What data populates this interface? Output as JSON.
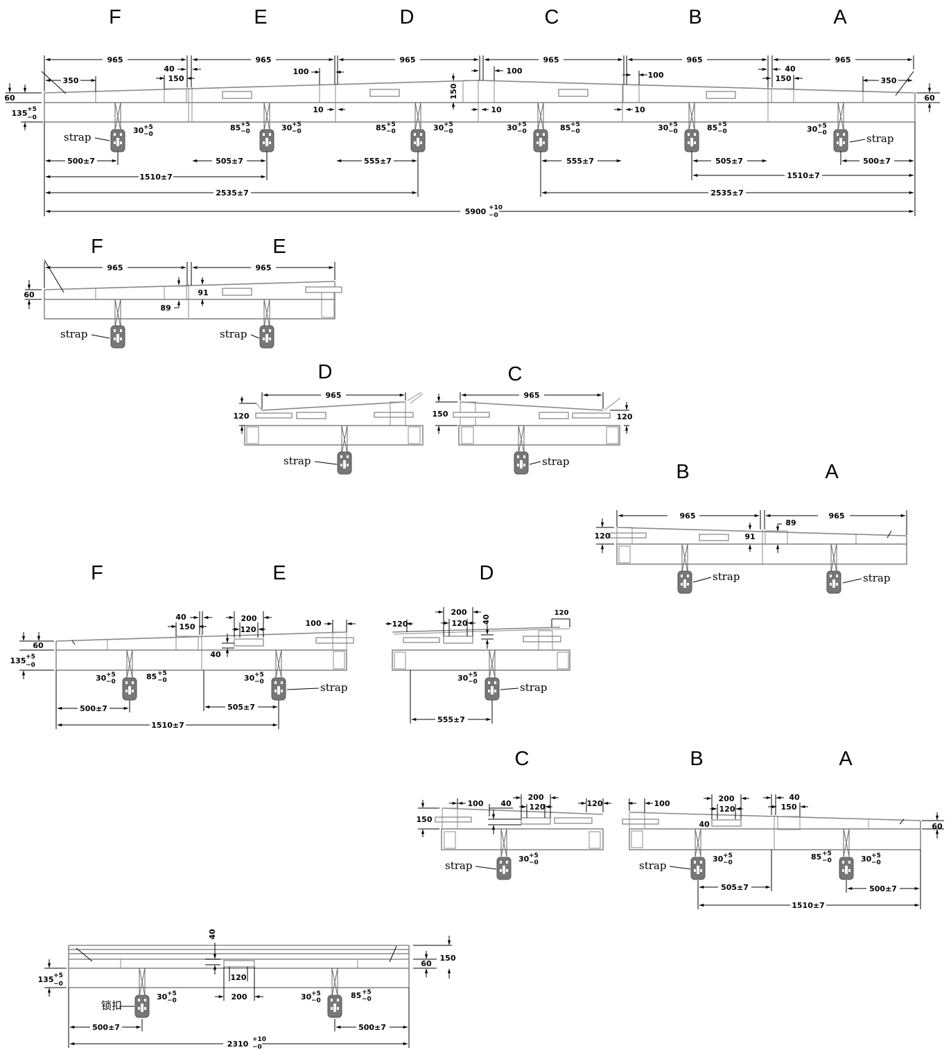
{
  "sections": {
    "F": "F",
    "E": "E",
    "D": "D",
    "C": "C",
    "B": "B",
    "A": "A"
  },
  "labels": {
    "strap": "strap",
    "buckle_cn": "锁扣"
  },
  "dims": {
    "seg": "965",
    "end": "350",
    "w40": "40",
    "w150": "150",
    "w100": "100",
    "w10": "10",
    "h60": "60",
    "h135": "135",
    "tol5": "+5",
    "tol0": "−0",
    "tol10": "+10",
    "h150": "150",
    "h120": "120",
    "w200": "200",
    "w120": "120",
    "h89": "89",
    "h91": "91",
    "off30": "30",
    "off85": "85",
    "d500": "500±7",
    "d505": "505±7",
    "d555": "555±7",
    "d1510": "1510±7",
    "d2535": "2535±7",
    "total": "5900",
    "total2": "2310"
  },
  "colors": {
    "line": "#888888",
    "dim": "#000000",
    "buckle": "#777777"
  }
}
